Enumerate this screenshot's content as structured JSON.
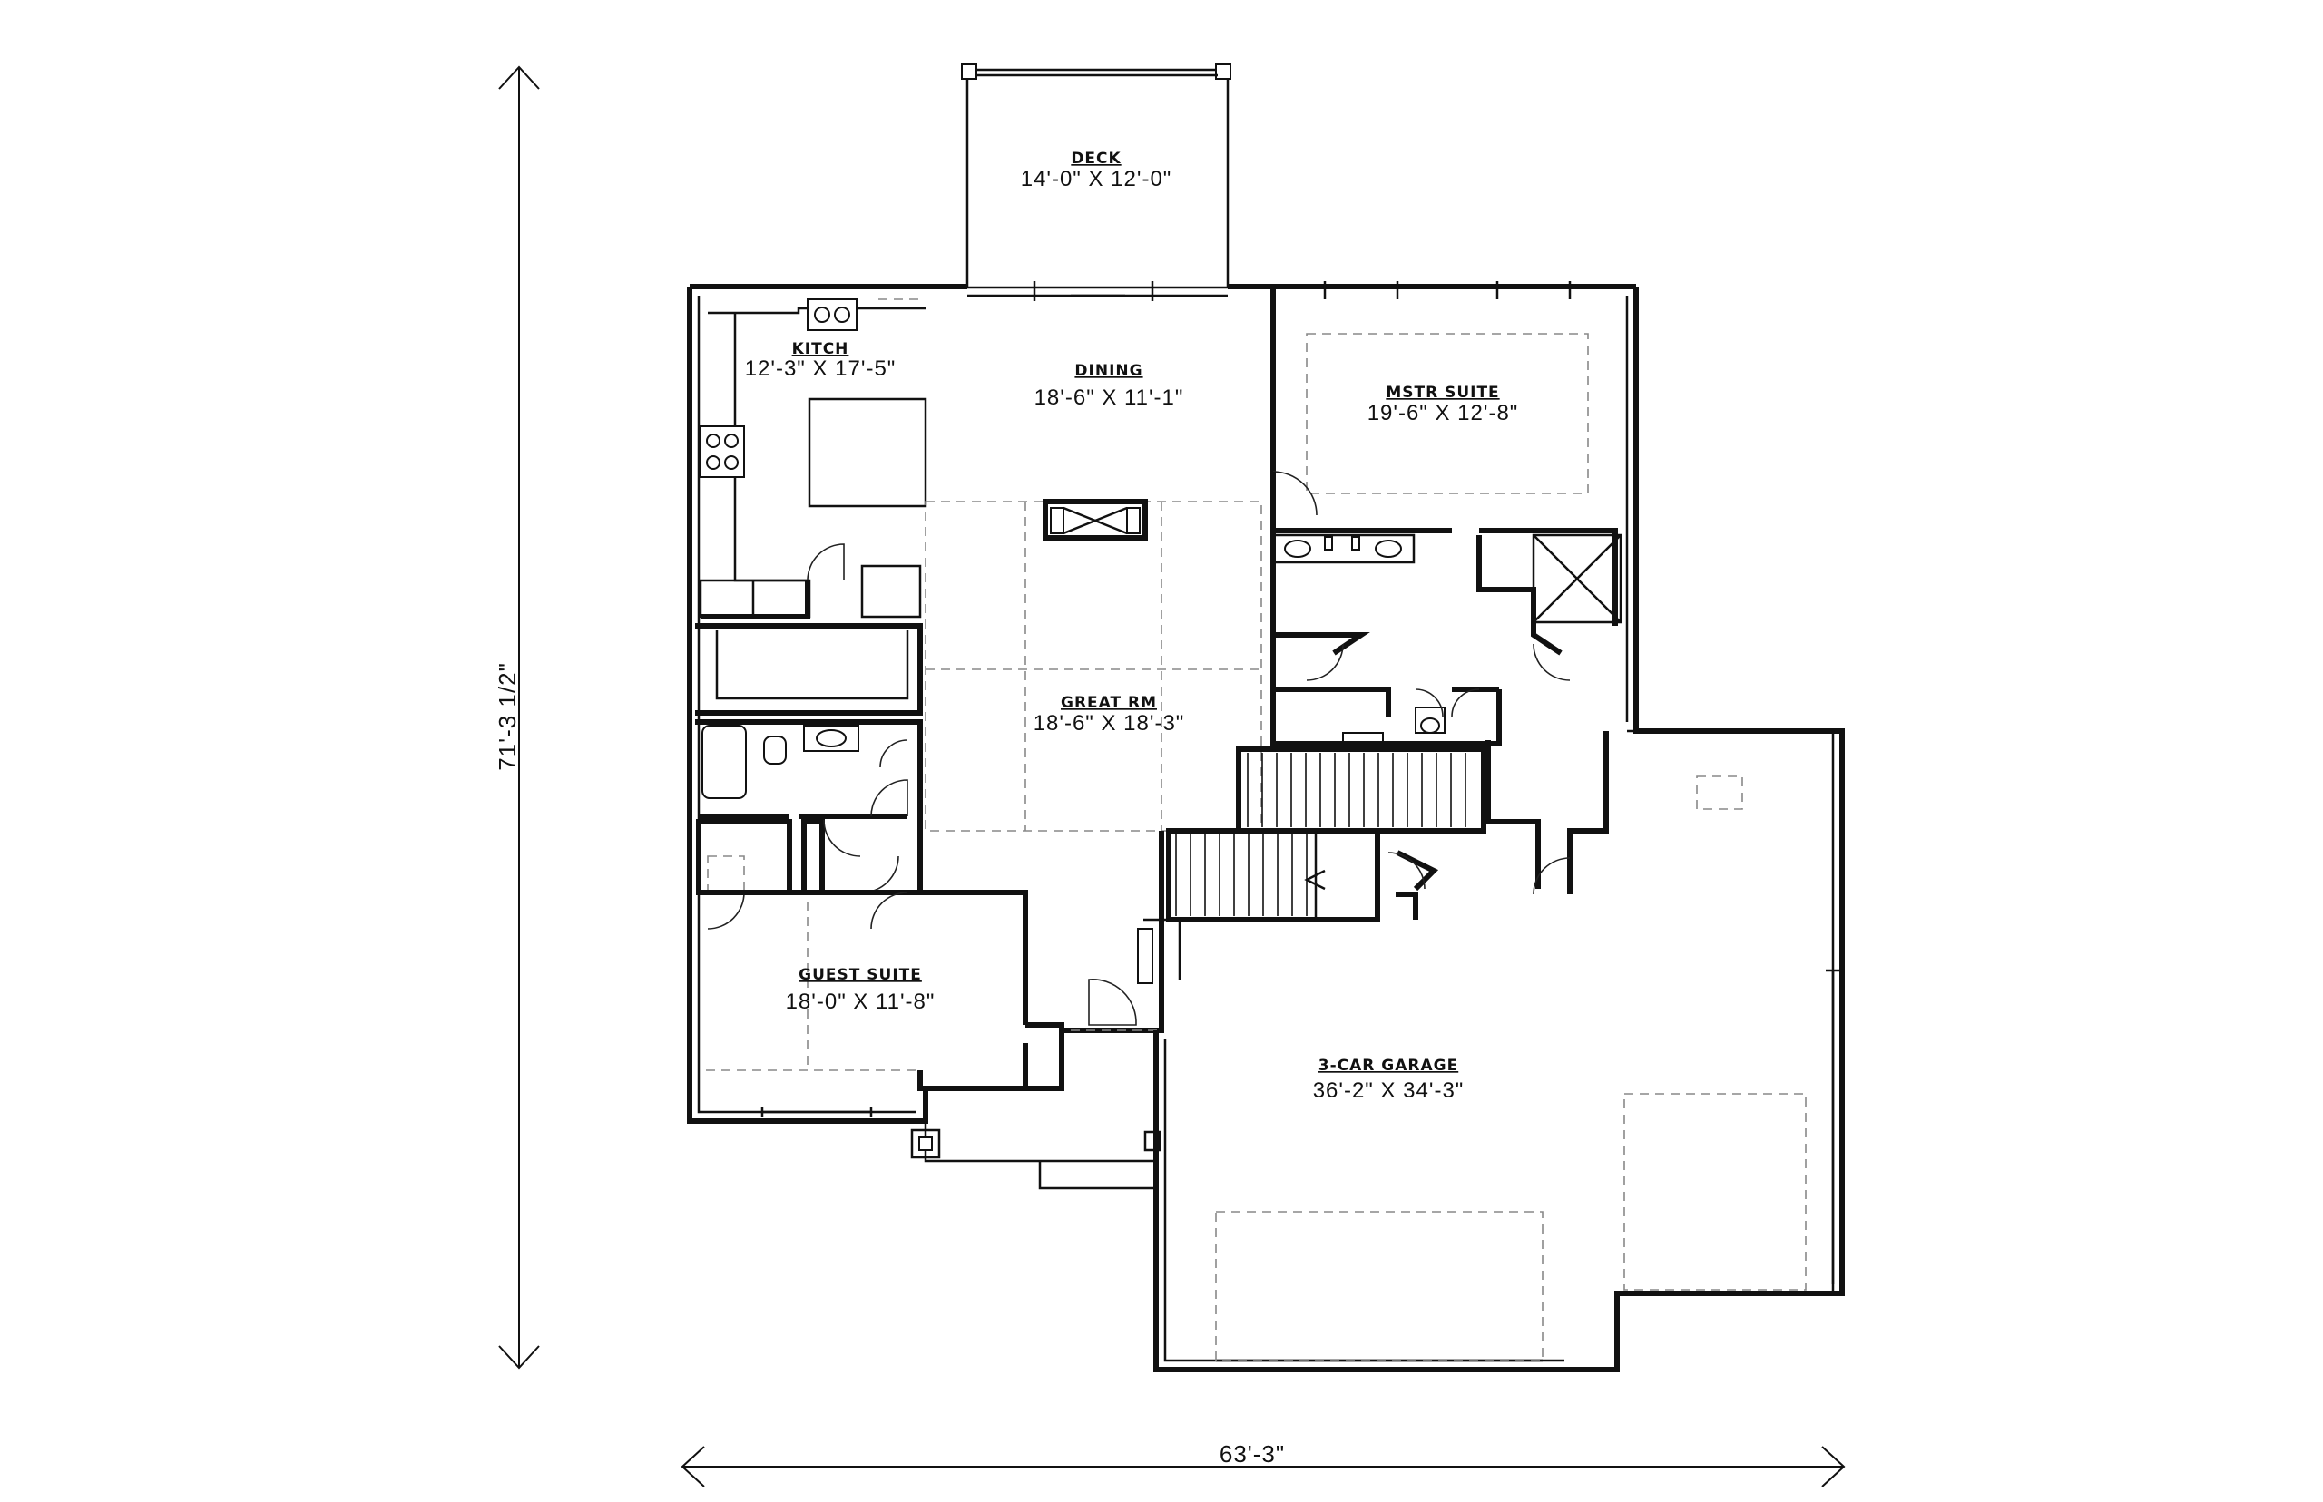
{
  "rooms": {
    "deck": {
      "name": "DECK",
      "dims": "14'-0\" X 12'-0\""
    },
    "kitchen": {
      "name": "KITCH",
      "dims": "12'-3\" X 17'-5\""
    },
    "dining": {
      "name": "DINING",
      "dims": "18'-6\" X 11'-1\""
    },
    "master_suite": {
      "name": "MSTR SUITE",
      "dims": "19'-6\" X 12'-8\""
    },
    "great_room": {
      "name": "GREAT RM",
      "dims": "18'-6\" X 18'-3\""
    },
    "guest_suite": {
      "name": "GUEST SUITE",
      "dims": "18'-0\" X 11'-8\""
    },
    "garage": {
      "name": "3-CAR GARAGE",
      "dims": "36'-2\" X 34'-3\""
    }
  },
  "overall": {
    "width": "63'-3\"",
    "depth": "71'-3 1/2\""
  }
}
